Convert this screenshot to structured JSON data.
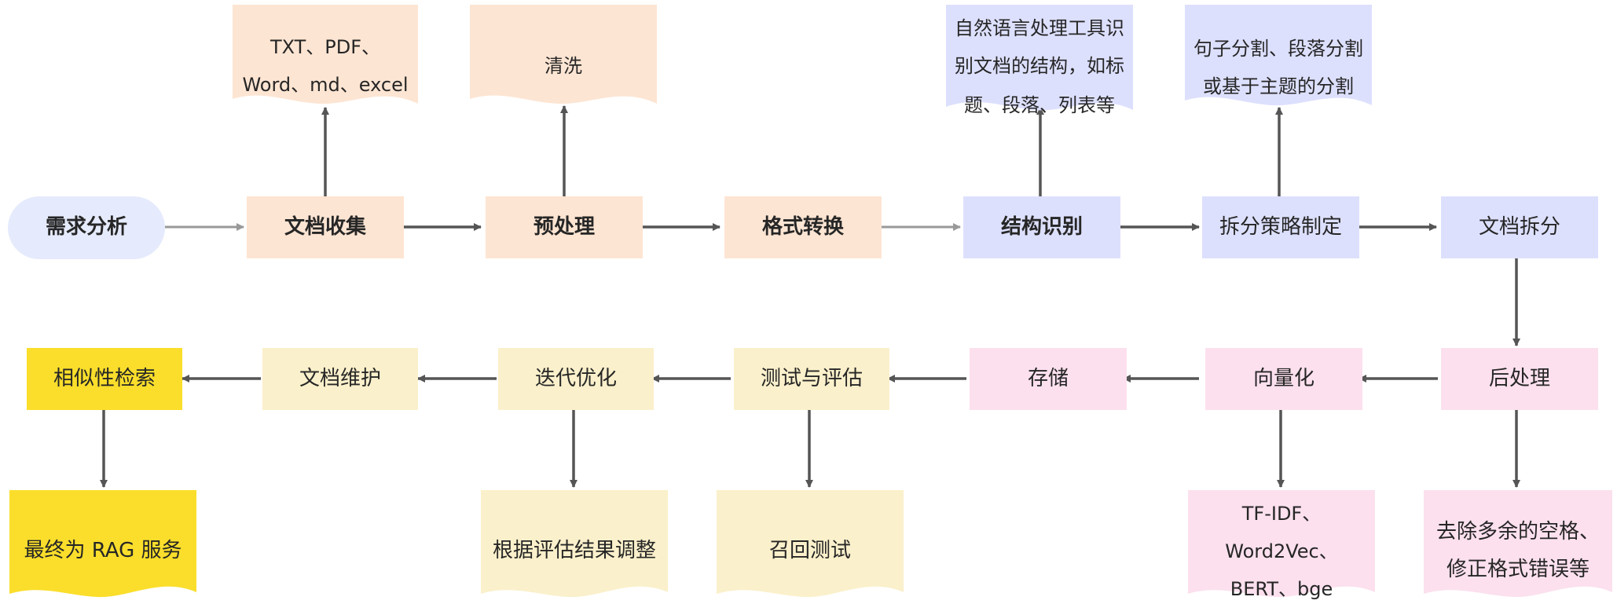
{
  "colors": {
    "start": "#e5ebfc",
    "collection_stage": "#fde5d3",
    "structure_stage": "#dde0fd",
    "processing_stage": "#fce0ee",
    "evaluation_stage": "#faf0cb",
    "final_stage": "#fade2b",
    "arrow_dark": "#555555",
    "arrow_light": "#999999"
  },
  "nodes": {
    "requirement_analysis": "需求分析",
    "document_collection": "文档收集",
    "preprocessing": "预处理",
    "format_conversion": "格式转换",
    "structure_recognition": "结构识别",
    "split_strategy": "拆分策略制定",
    "document_splitting": "文档拆分",
    "postprocessing": "后处理",
    "vectorization": "向量化",
    "storage": "存储",
    "testing_evaluation": "测试与评估",
    "iterative_optimization": "迭代优化",
    "document_maintenance": "文档维护",
    "similarity_retrieval": "相似性检索"
  },
  "notes": {
    "file_types": [
      "TXT、PDF、",
      "Word、md、excel"
    ],
    "cleaning": [
      "清洗"
    ],
    "nlp_tools": [
      "自然语言处理工具识",
      "别文档的结构，如标",
      "题、段落、列表等"
    ],
    "split_methods": [
      "句子分割、段落分割",
      "或基于主题的分割"
    ],
    "vector_methods": [
      "TF-IDF、",
      "Word2Vec、",
      "BERT、bge"
    ],
    "cleanup": [
      "去除多余的空格、",
      "修正格式错误等"
    ],
    "recall_test": [
      "召回测试"
    ],
    "adjust": [
      "根据评估结果调整"
    ],
    "rag_service": [
      "最终为 RAG 服务"
    ]
  }
}
